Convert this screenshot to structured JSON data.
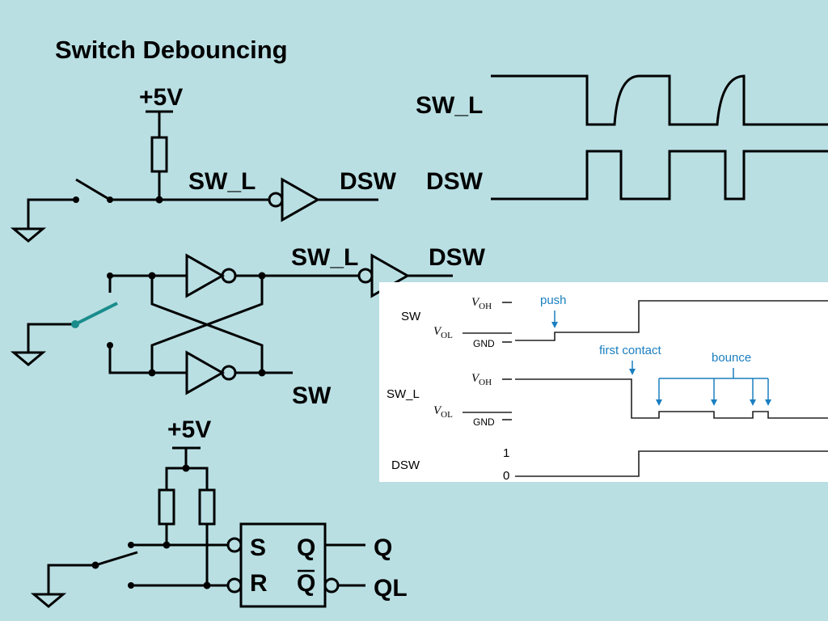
{
  "title": "Switch Debouncing",
  "colors": {
    "background": "#b9dfe3",
    "accent": "#1a8c8c",
    "timing_blue": "#1a7fc1"
  },
  "circuit1": {
    "supply": "+5V",
    "node": "SW_L",
    "output": "DSW"
  },
  "waveforms_top": {
    "sw_l_label": "SW_L",
    "dsw_label": "DSW"
  },
  "circuit2": {
    "node": "SW_L",
    "output": "DSW",
    "sw_label": "SW"
  },
  "timing": {
    "signals": [
      "SW",
      "SW_L",
      "DSW"
    ],
    "voh": "V",
    "voh_sub": "OH",
    "vol": "V",
    "vol_sub": "OL",
    "gnd": "GND",
    "one": "1",
    "zero": "0",
    "push": "push",
    "first_contact": "first contact",
    "bounce": "bounce"
  },
  "circuit3": {
    "supply": "+5V",
    "s": "S",
    "r": "R",
    "q_in": "Q",
    "qbar_in": "Q",
    "q_out": "Q",
    "ql_out": "QL"
  }
}
